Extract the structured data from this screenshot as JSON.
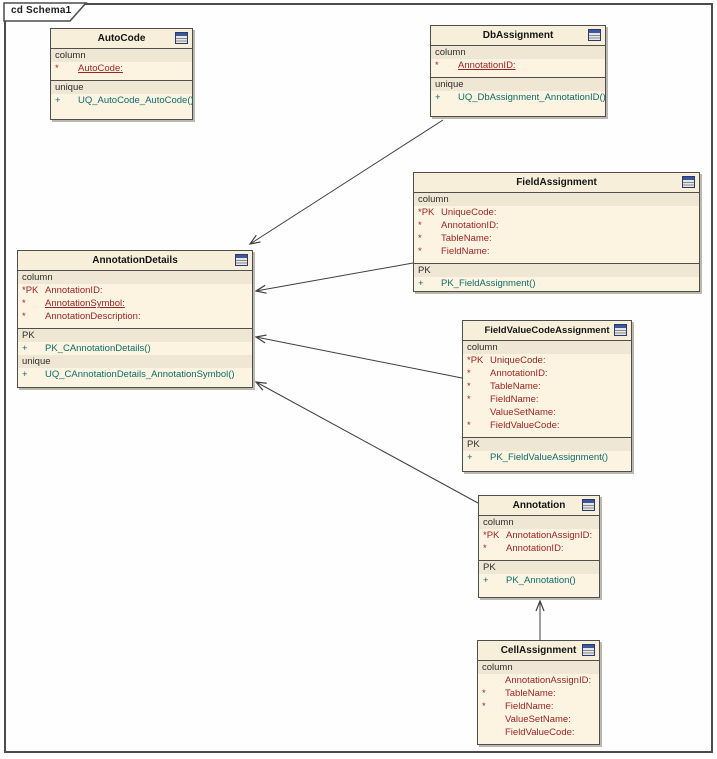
{
  "frame": {
    "label": "cd Schema1"
  },
  "colors": {
    "box_fill": "#fcf4e1",
    "band_fill": "#efe7d3",
    "attribute_text": "#9a2424",
    "operation_text": "#0e6b6b",
    "border": "#4e4e4e",
    "shadow": "#bdb8ad"
  },
  "entities": [
    {
      "title": "AutoCode",
      "icon": "table-icon",
      "compartments": [
        {
          "groups": [
            {
              "label": "column",
              "rows": [
                {
                  "marker": "*",
                  "text": "AutoCode:"
                }
              ]
            }
          ]
        },
        {
          "groups": [
            {
              "label": "unique",
              "rows": [
                {
                  "marker": "+",
                  "text": "UQ_AutoCode_AutoCode()"
                }
              ]
            }
          ]
        }
      ]
    },
    {
      "title": "DbAssignment",
      "icon": "table-icon",
      "compartments": [
        {
          "groups": [
            {
              "label": "column",
              "rows": [
                {
                  "marker": "*",
                  "text": "AnnotationID:"
                }
              ]
            }
          ]
        },
        {
          "groups": [
            {
              "label": "unique",
              "rows": [
                {
                  "marker": "+",
                  "text": "UQ_DbAssignment_AnnotationID()"
                }
              ]
            }
          ]
        }
      ]
    },
    {
      "title": "FieldAssignment",
      "icon": "table-icon",
      "compartments": [
        {
          "groups": [
            {
              "label": "column",
              "rows": [
                {
                  "marker": "*PK",
                  "text": "UniqueCode:"
                },
                {
                  "marker": "*",
                  "text": "AnnotationID:"
                },
                {
                  "marker": "*",
                  "text": "TableName:"
                },
                {
                  "marker": "*",
                  "text": "FieldName:"
                }
              ]
            }
          ]
        },
        {
          "groups": [
            {
              "label": "PK",
              "rows": [
                {
                  "marker": "+",
                  "text": "PK_FieldAssignment()"
                }
              ]
            }
          ]
        }
      ]
    },
    {
      "title": "AnnotationDetails",
      "icon": "table-icon",
      "compartments": [
        {
          "groups": [
            {
              "label": "column",
              "rows": [
                {
                  "marker": "*PK",
                  "text": "AnnotationID:"
                },
                {
                  "marker": "*",
                  "text": "AnnotationSymbol:"
                },
                {
                  "marker": "*",
                  "text": "AnnotationDescription:"
                }
              ]
            }
          ]
        },
        {
          "groups": [
            {
              "label": "PK",
              "rows": [
                {
                  "marker": "+",
                  "text": "PK_CAnnotationDetails()"
                }
              ]
            },
            {
              "label": "unique",
              "rows": [
                {
                  "marker": "+",
                  "text": "UQ_CAnnotationDetails_AnnotationSymbol()"
                }
              ]
            }
          ]
        }
      ]
    },
    {
      "title": "FieldValueCodeAssignment",
      "icon": "table-icon",
      "compartments": [
        {
          "groups": [
            {
              "label": "column",
              "rows": [
                {
                  "marker": "*PK",
                  "text": "UniqueCode:"
                },
                {
                  "marker": "*",
                  "text": "AnnotationID:"
                },
                {
                  "marker": "*",
                  "text": "TableName:"
                },
                {
                  "marker": "*",
                  "text": "FieldName:"
                },
                {
                  "marker": "",
                  "text": "ValueSetName:"
                },
                {
                  "marker": "*",
                  "text": "FieldValueCode:"
                }
              ]
            }
          ]
        },
        {
          "groups": [
            {
              "label": "PK",
              "rows": [
                {
                  "marker": "+",
                  "text": "PK_FieldValueAssignment()"
                }
              ]
            }
          ]
        }
      ]
    },
    {
      "title": "Annotation",
      "icon": "table-icon",
      "compartments": [
        {
          "groups": [
            {
              "label": "column",
              "rows": [
                {
                  "marker": "*PK",
                  "text": "AnnotationAssignID:"
                },
                {
                  "marker": "*",
                  "text": "AnnotationID:"
                }
              ]
            }
          ]
        },
        {
          "groups": [
            {
              "label": "PK",
              "rows": [
                {
                  "marker": "+",
                  "text": "PK_Annotation()"
                }
              ]
            }
          ]
        }
      ]
    },
    {
      "title": "CellAssignment",
      "icon": "table-icon",
      "compartments": [
        {
          "groups": [
            {
              "label": "column",
              "rows": [
                {
                  "marker": "",
                  "text": "AnnotationAssignID:"
                },
                {
                  "marker": "*",
                  "text": "TableName:"
                },
                {
                  "marker": "*",
                  "text": "FieldName:"
                },
                {
                  "marker": "",
                  "text": "ValueSetName:"
                },
                {
                  "marker": "",
                  "text": "FieldValueCode:"
                }
              ]
            }
          ]
        }
      ]
    }
  ],
  "connectors": [
    {
      "from": "DbAssignment",
      "to": "AnnotationDetails",
      "arrow": "open"
    },
    {
      "from": "FieldAssignment",
      "to": "AnnotationDetails",
      "arrow": "open"
    },
    {
      "from": "FieldValueCodeAssignment",
      "to": "AnnotationDetails",
      "arrow": "open"
    },
    {
      "from": "Annotation",
      "to": "AnnotationDetails",
      "arrow": "open"
    },
    {
      "from": "CellAssignment",
      "to": "Annotation",
      "arrow": "open"
    }
  ]
}
